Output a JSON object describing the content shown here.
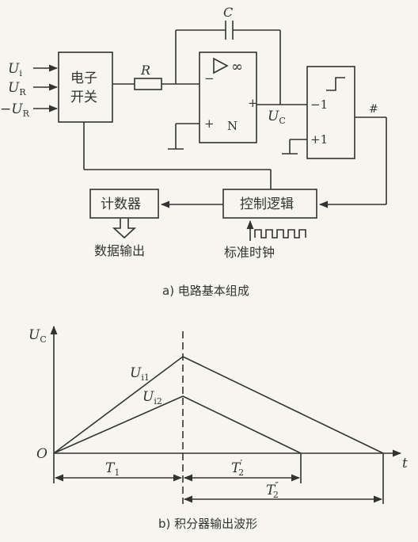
{
  "circuit": {
    "inputs": [
      "U",
      "U",
      "−U"
    ],
    "input_subs": [
      "i",
      "R",
      "R"
    ],
    "switch_label_line1": "电子",
    "switch_label_line2": "开关",
    "resistor_label": "R",
    "capacitor_label": "C",
    "opamp_inf": "∞",
    "opamp_minus": "−",
    "opamp_plus": "+",
    "opamp_name": "N",
    "opamp_plus_input": "+",
    "uc_label": "U",
    "uc_sub": "C",
    "comp_minus": "−1",
    "comp_plus": "+1",
    "hash": "#",
    "counter": "计数器",
    "control_logic": "控制逻辑",
    "data_output": "数据输出",
    "std_clock": "标准时钟",
    "caption_a": "a) 电路基本组成"
  },
  "waveform": {
    "y_axis": "U",
    "y_sub": "C",
    "x_axis": "t",
    "origin": "O",
    "ui1": "U",
    "ui1_sub": "i1",
    "ui2": "U",
    "ui2_sub": "i2",
    "t1": "T",
    "t1_sub": "1",
    "t2p": "T",
    "t2p_sup": "′",
    "t2p_sub": "2",
    "t2pp": "T",
    "t2pp_sup": "″",
    "t2pp_sub": "2",
    "caption_b": "b) 积分器输出波形"
  },
  "colors": {
    "ink": "#333333",
    "background": "#f6f5f0"
  }
}
